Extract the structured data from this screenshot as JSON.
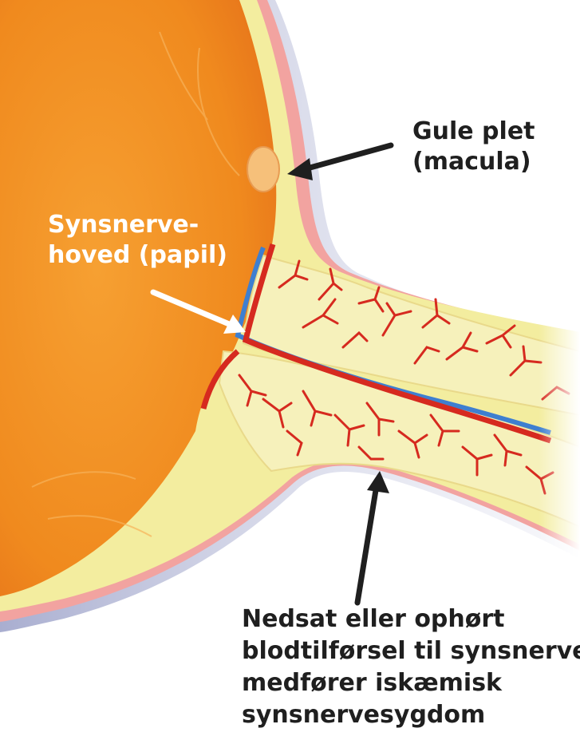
{
  "labels": {
    "macula": {
      "line1": "Gule plet",
      "line2": "(macula)"
    },
    "optic_disc": {
      "line1": "Synsnerve-",
      "line2": "hoved (papil)"
    },
    "ischemia": {
      "line1": "Nedsat eller ophørt",
      "line2": "blodtilførsel til synsnerven",
      "line3": "medfører iskæmisk",
      "line4": "synsnervesygdom"
    }
  },
  "colors": {
    "eye_fill": "#f08c1f",
    "eye_edge": "#e36d12",
    "sclera_yellow": "#f1ec9c",
    "pink_layer": "#f2a3a0",
    "outer_sheath": "#b9bcd6",
    "nerve_fill": "#f5f0b8",
    "artery_red": "#d62a1f",
    "vein_blue": "#3e7fd0",
    "arrow_dark": "#1f1f1f",
    "arrow_light": "#ffffff"
  }
}
